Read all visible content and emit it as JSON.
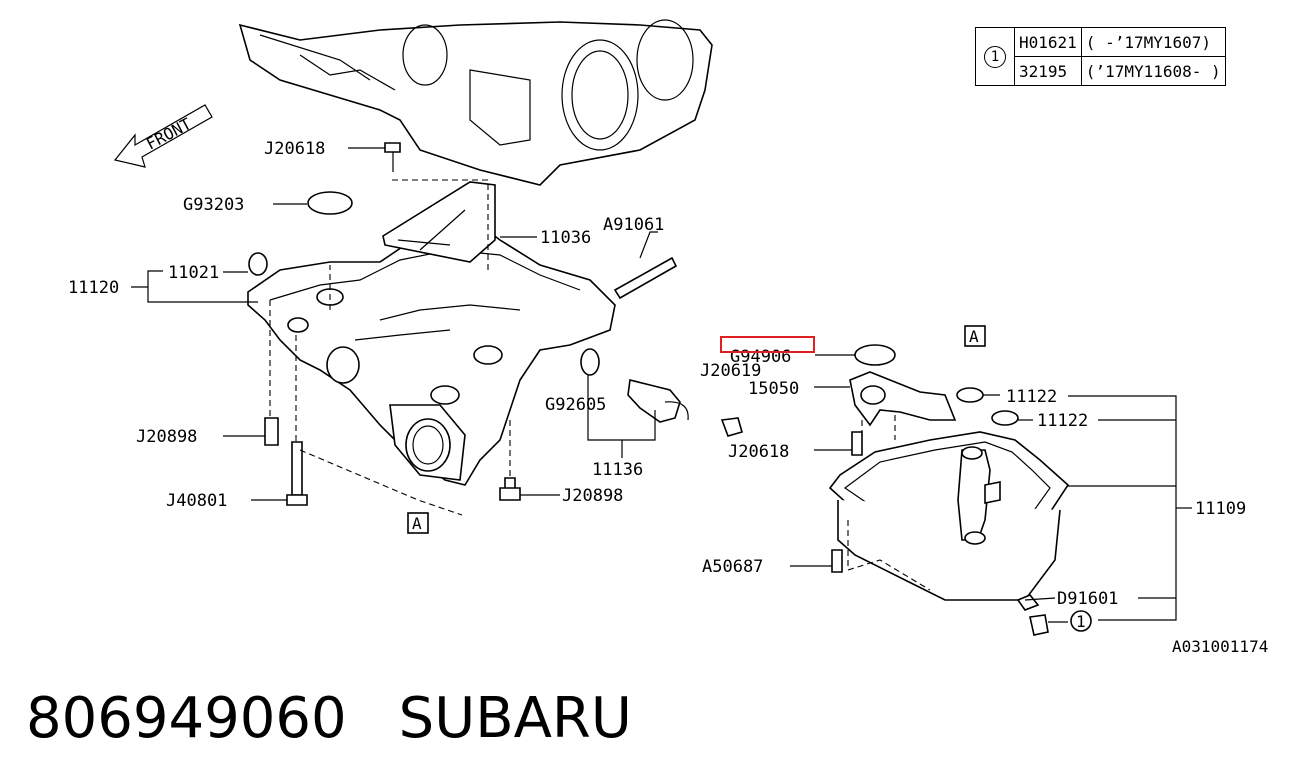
{
  "diagram": {
    "direction_label": "FRONT",
    "ref_code": "A031001174",
    "section_mark": "A",
    "circle_ref": "1",
    "labels": {
      "j20618_top": "J20618",
      "g93203": "G93203",
      "n11036": "11036",
      "a91061": "A91061",
      "n11021": "11021",
      "n11120": "11120",
      "j20898_left": "J20898",
      "j40801": "J40801",
      "g92605": "G92605",
      "n11136": "11136",
      "j20898_mid": "J20898",
      "g94906": "G94906",
      "j20619": "J20619",
      "n15050": "15050",
      "j20618_right": "J20618",
      "n11122_a": "11122",
      "n11122_b": "11122",
      "n11109": "11109",
      "a50687": "A50687",
      "d91601": "D91601"
    }
  },
  "code_table": {
    "ref": "1",
    "rows": [
      {
        "code": "H01621",
        "range": "( -’17MY1607)"
      },
      {
        "code": "32195",
        "range": "(’17MY11608- )"
      }
    ]
  },
  "footer": {
    "part_number": "806949060",
    "brand": "SUBARU"
  },
  "highlight_color": "#e02020"
}
